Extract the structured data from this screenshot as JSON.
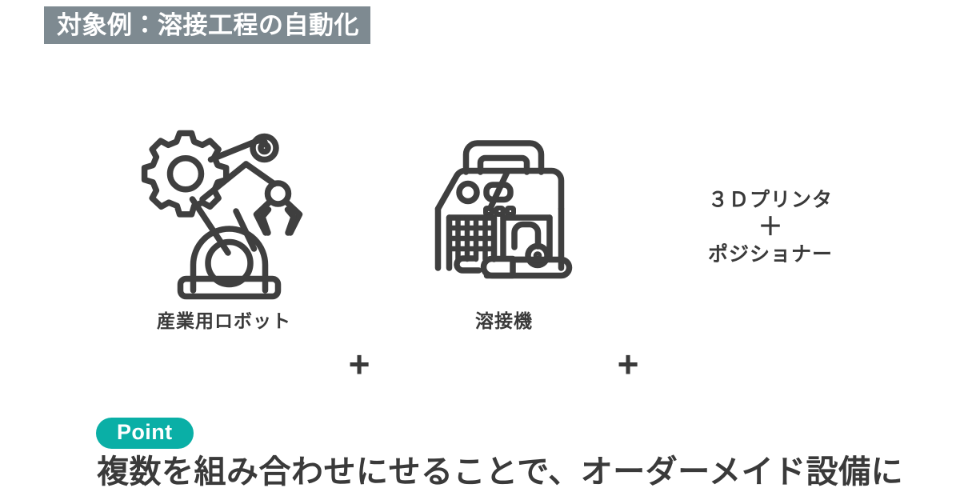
{
  "header": {
    "title": "対象例：溶接工程の自動化",
    "band_color": "#7e8a91",
    "text_color": "#ffffff"
  },
  "formula": {
    "items": [
      {
        "icon": "industrial-robot-arm-icon",
        "label": "産業用ロボット"
      },
      {
        "icon": "welding-machine-icon",
        "label": "溶接機"
      }
    ],
    "separators": [
      {
        "symbol": "+"
      },
      {
        "symbol": "+"
      }
    ],
    "text_group": {
      "line1": "３Ｄプリンタ",
      "operator": "＋",
      "line2": "ポジショナー"
    }
  },
  "point": {
    "badge_label": "Point",
    "badge_color": "#0aafa6",
    "badge_text_color": "#ffffff",
    "body": "複数を組み合わせにせることで、オーダーメイド設備に",
    "body_color": "#3a3a3a"
  },
  "style": {
    "background": "#ffffff",
    "stroke_color": "#3f3f3f"
  }
}
